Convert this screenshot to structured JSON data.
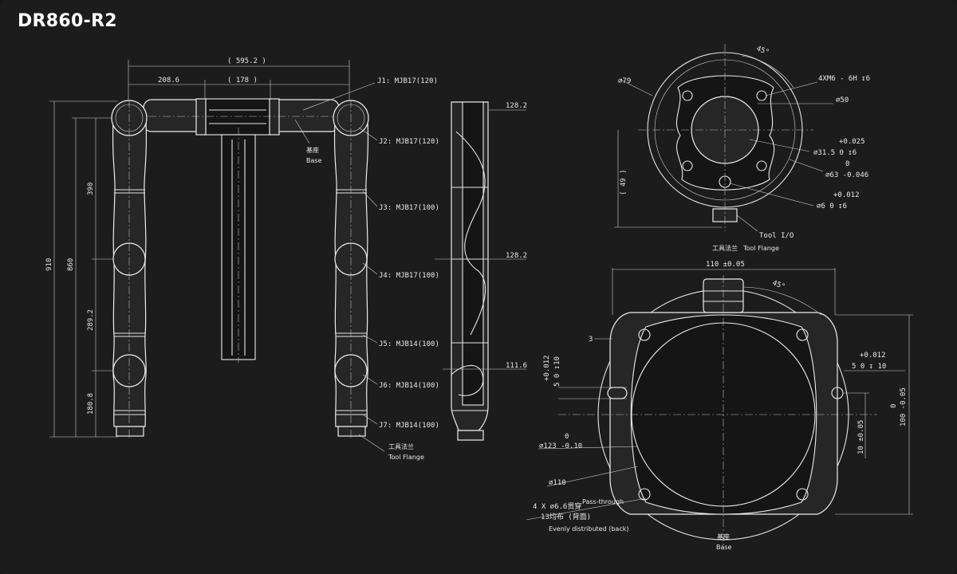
{
  "title": "DR860-R2",
  "side_view": {
    "dim_total_width": "( 595.2 )",
    "dim_offset": "208.6",
    "dim_gap": "( 178 )",
    "dim_total_height": "910",
    "dim_height_860": "860",
    "dim_390": "390",
    "dim_289": "289.2",
    "dim_180": "180.8",
    "joints": [
      "J1: MJB17(120)",
      "J2: MJB17(120)",
      "J3: MJB17(100)",
      "J4: MJB17(100)",
      "J5: MJB14(100)",
      "J6: MJB14(100)",
      "J7: MJB14(100)"
    ],
    "base_cn": "基座",
    "base_en": "Base",
    "flange_cn": "工具法兰",
    "flange_en": "Tool Flange"
  },
  "profile_view": {
    "dim_top": "128.2",
    "dim_mid": "128.2",
    "dim_bottom": "111.6"
  },
  "flange_view": {
    "dia_outer": "⌀79",
    "bolt_spec": "4XM6 - 6H ↧6",
    "dia_50": "⌀50",
    "tol_31_upper": "+0.025",
    "dia_31": "⌀31.5  0  ↧6",
    "tol_63_upper": "0",
    "dia_63": "⌀63 -0.046",
    "tol_6_upper": "+0.012",
    "dia_6": "⌀6  0  ↧6",
    "dim_49": "( 49 )",
    "angle": "45°",
    "tool_io": "Tool I/O",
    "flange_cn": "工具法兰",
    "flange_en": "Tool Flange"
  },
  "base_view": {
    "dim_110_width": "110 ±0.05",
    "angle": "45°",
    "dim_3": "3",
    "tol_left": "+0.012",
    "tol_left_2": "5  0  ↧10",
    "tol_right_upper": "+0.012",
    "tol_right": "5  0    ↧ 10",
    "dim_100": "100 -0.05",
    "dim_100_upper": "0",
    "dim_10": "10 ±0.05",
    "dia_123_upper": "0",
    "dia_123": "⌀123 -0.10",
    "dia_110": "⌀110",
    "holes": "4 X  ⌀6.6贯穿",
    "holes_en": "Pass-through",
    "distributed": "13均布 (背面)",
    "distributed_en": "Evenly distributed (back)",
    "base_cn": "基座",
    "base_en": "Base"
  }
}
